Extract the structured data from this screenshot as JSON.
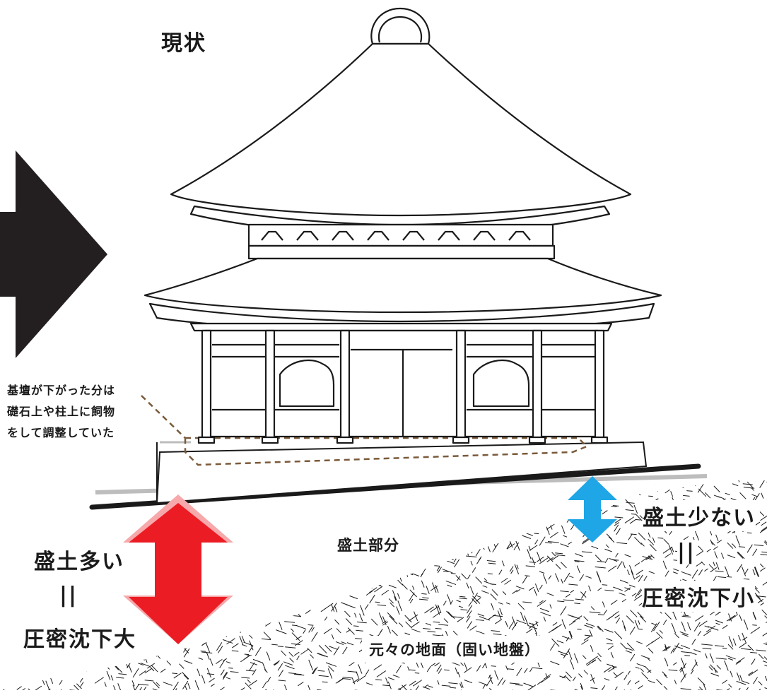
{
  "title": "現状",
  "note_lines": [
    "基壇が下がった分は",
    "礎石上や柱上に飼物",
    "をして調整していた"
  ],
  "left_label": {
    "line1": "盛土多い",
    "line2": "||",
    "line3": "圧密沈下大"
  },
  "right_label": {
    "line1": "盛土少ない",
    "line2": "||",
    "line3": "圧密沈下小"
  },
  "fill_label": "盛土部分",
  "ground_label": "元々の地面（固い地盤）",
  "colors": {
    "ink": "#1a1a1a",
    "big_arrow": "#231f20",
    "red_arrow": "#ec1c24",
    "red_arrow_shadow": "#f6a8ab",
    "blue_arrow": "#1ea6e6",
    "old_ground_line": "#bdbdbd",
    "dashed_outline": "#7a5a3a"
  }
}
